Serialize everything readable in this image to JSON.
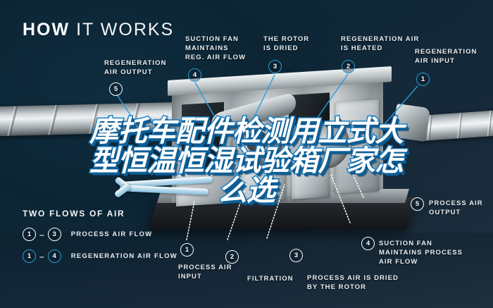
{
  "title": {
    "bold": "HOW",
    "light": "IT WORKS"
  },
  "callouts": [
    {
      "id": "regeneration-air-output",
      "number": "5",
      "marker_style": "white",
      "lines": [
        "REGENERATION",
        "AIR OUTPUT"
      ]
    },
    {
      "id": "suction-fan-regeneration",
      "number": "4",
      "marker_style": "blue",
      "lines": [
        "SUCTION FAN",
        "MAINTAINS",
        "REG. AIR FLOW"
      ]
    },
    {
      "id": "rotor-is-dried",
      "number": "3",
      "marker_style": "blue",
      "lines": [
        "THE ROTOR",
        "IS DRIED"
      ]
    },
    {
      "id": "regeneration-air-heated",
      "number": "2",
      "marker_style": "blue",
      "lines": [
        "REGENERATION AIR",
        "IS HEATED"
      ]
    },
    {
      "id": "regeneration-air-input",
      "number": "1",
      "marker_style": "blue",
      "lines": [
        "REGENERATION",
        "AIR INPUT"
      ]
    },
    {
      "id": "process-air-input",
      "number": "1",
      "marker_style": "white",
      "lines": [
        "PROCESS AIR",
        "INPUT"
      ]
    },
    {
      "id": "filtration",
      "number": "2",
      "marker_style": "white",
      "lines": [
        "FILTRATION"
      ]
    },
    {
      "id": "process-air-dried",
      "number": "3",
      "marker_style": "white",
      "lines": [
        "PROCESS AIR IS DRIED",
        "BY THE ROTOR"
      ]
    },
    {
      "id": "suction-fan-process",
      "number": "4",
      "marker_style": "white",
      "lines": [
        "SUCTION FAN",
        "MAINTAINS PROCESS",
        "AIR FLOW"
      ]
    },
    {
      "id": "process-air-output",
      "number": "5",
      "marker_style": "white",
      "lines": [
        "PROCESS AIR",
        "OUTPUT"
      ]
    }
  ],
  "legend": {
    "title": "TWO FLOWS OF AIR",
    "rows": [
      {
        "from": "1",
        "dash": "–",
        "to": "3",
        "label": "PROCESS AIR FLOW",
        "style": "white"
      },
      {
        "from": "1",
        "dash": "–",
        "to": "4",
        "label": "REGENERATION AIR FLOW",
        "style": "blue"
      }
    ]
  },
  "overlay_headline": {
    "full_text": "摩托车配件检测用立式大型恒温恒湿试验箱厂家怎么选",
    "lines": [
      "摩托车配件检测用立式大",
      "型恒温恒湿试验箱厂家怎",
      "么选"
    ]
  },
  "colors": {
    "background_top_left": "#0d2635",
    "background_bottom_right": "#1e2f3d",
    "accent_blue": "#2b9ed6",
    "overlay_stroke": "#1a7fc4",
    "text_white": "#ffffff",
    "flow_arrow": "#a9d4ea"
  }
}
